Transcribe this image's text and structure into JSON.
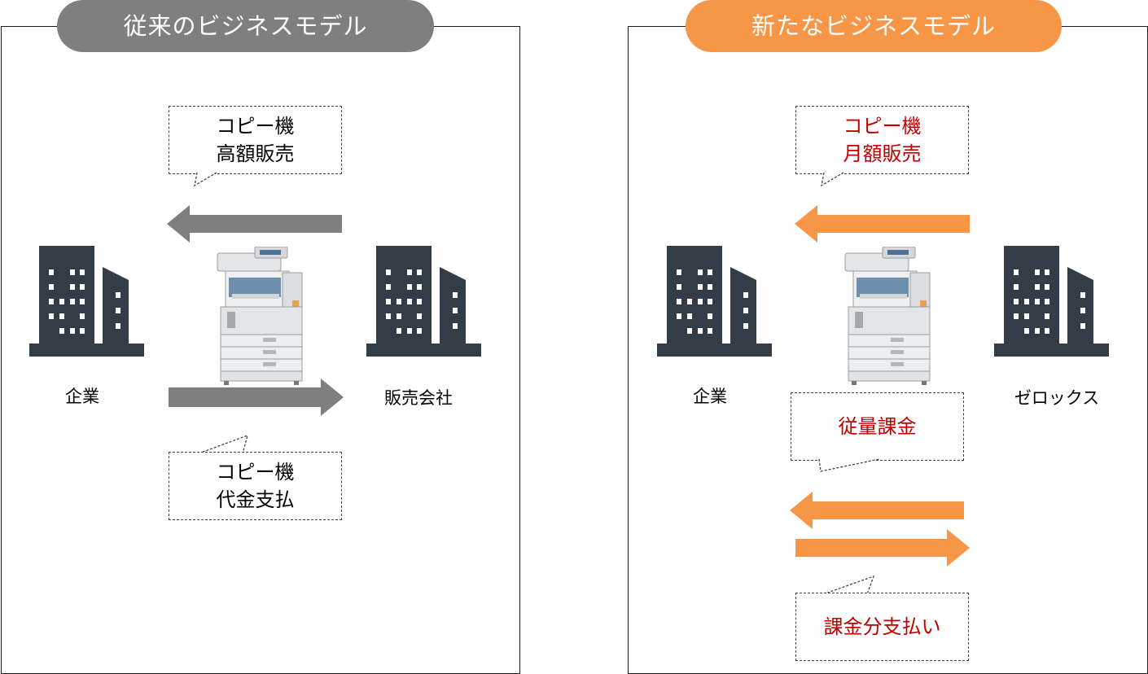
{
  "colors": {
    "gray_title": "#7f7f7f",
    "gray_arrow": "#7f7f7f",
    "orange_title": "#f79646",
    "orange_arrow": "#f79646",
    "building": "#333d47",
    "red_text": "#c00000"
  },
  "left": {
    "title": "従来のビジネスモデル",
    "company_label": "企業",
    "seller_label": "販売会社",
    "bubble_top": "コピー機\n高額販売",
    "bubble_bottom": "コピー機\n代金支払"
  },
  "right": {
    "title": "新たなビジネスモデル",
    "company_label": "企業",
    "seller_label": "ゼロックス",
    "bubble_top": "コピー機\n月額販売",
    "bubble_middle": "従量課金",
    "bubble_bottom": "課金分支払い"
  },
  "icons": [
    "office-building-icon",
    "copier-icon"
  ]
}
